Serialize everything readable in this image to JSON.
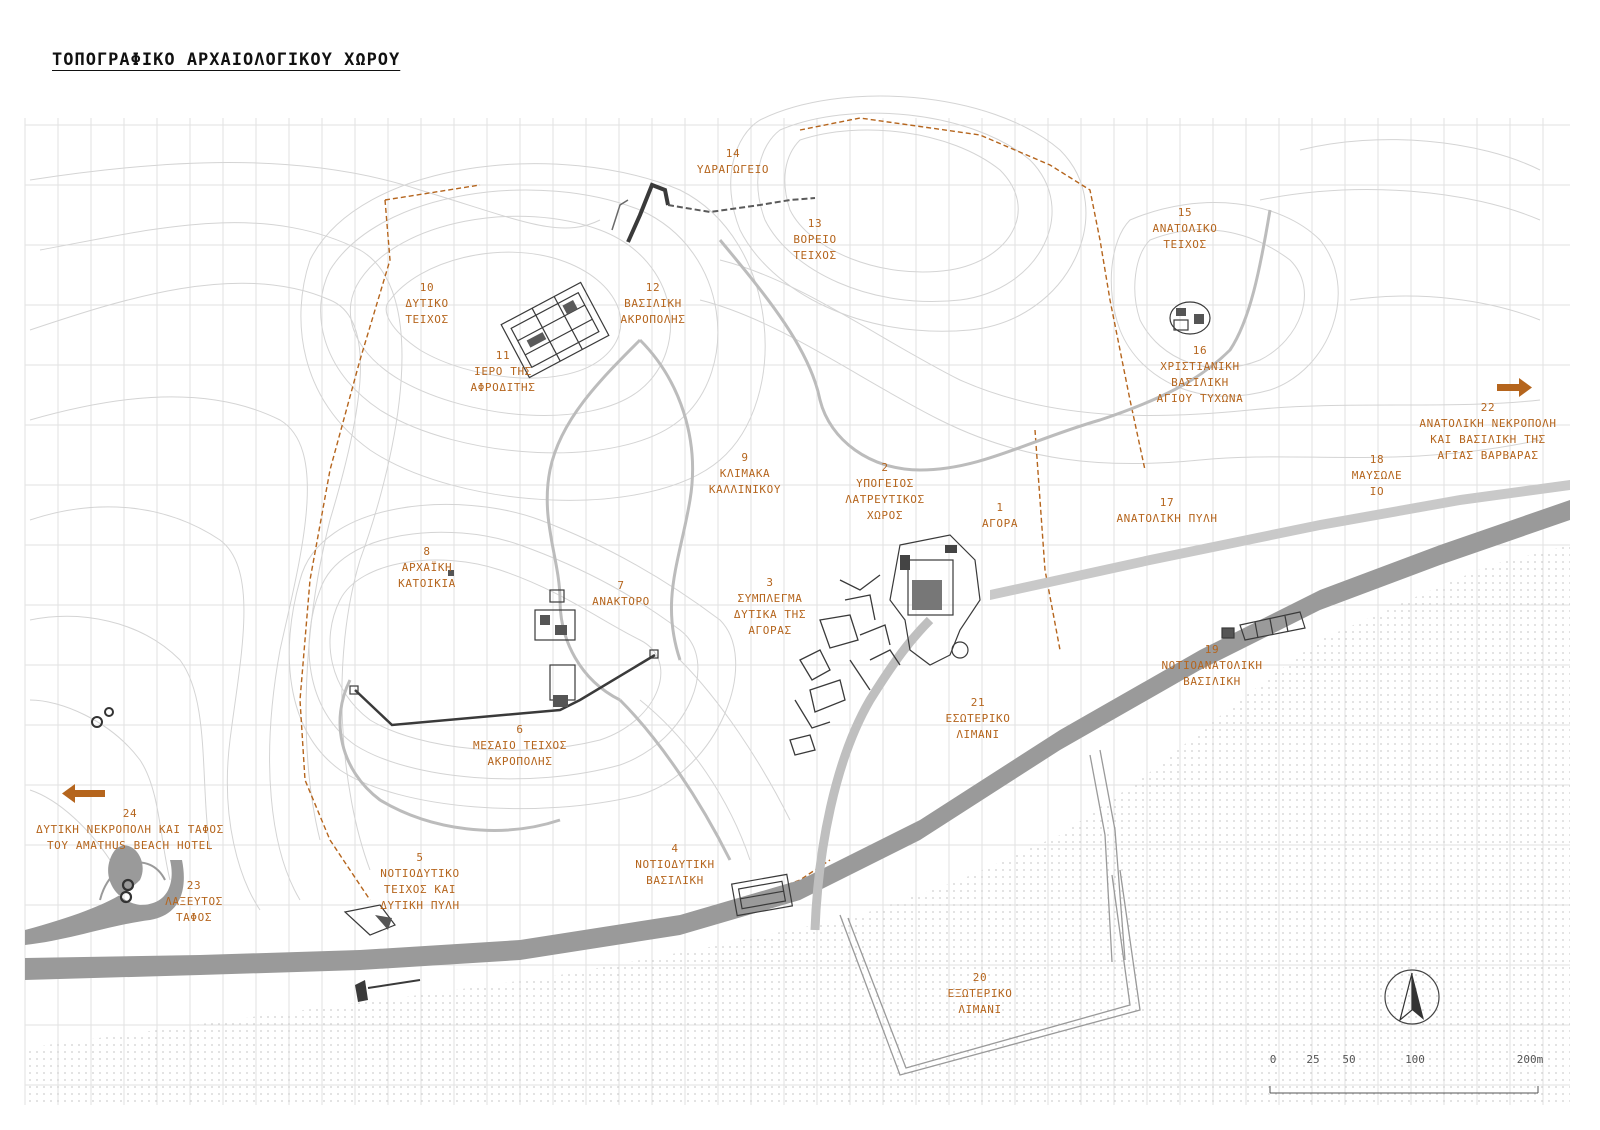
{
  "title": "ΤΟΠΟΓΡΑΦΙΚΟ ΑΡΧΑΙΟΛΟΓΙΚΟΥ ΧΩΡΟΥ",
  "labels": [
    {
      "id": "1",
      "lines": [
        "1",
        "ΑΓΟΡΑ"
      ]
    },
    {
      "id": "2",
      "lines": [
        "2",
        "ΥΠΟΓΕΙΟΣ",
        "ΛΑΤΡΕΥΤΙΚΟΣ",
        "ΧΩΡΟΣ"
      ]
    },
    {
      "id": "3",
      "lines": [
        "3",
        "ΣΥΜΠΛΕΓΜΑ",
        "ΔΥΤΙΚΑ ΤΗΣ",
        "ΑΓΟΡΑΣ"
      ]
    },
    {
      "id": "4",
      "lines": [
        "4",
        "ΝΟΤΙΟΔΥΤΙΚΗ",
        "ΒΑΣΙΛΙΚΗ"
      ]
    },
    {
      "id": "5",
      "lines": [
        "5",
        "ΝΟΤΙΟΔΥΤΙΚΟ",
        "ΤΕΙΧΟΣ ΚΑΙ",
        "ΔΥΤΙΚΗ ΠΥΛΗ"
      ]
    },
    {
      "id": "6",
      "lines": [
        "6",
        "ΜΕΣΑΙΟ ΤΕΙΧΟΣ",
        "ΑΚΡΟΠΟΛΗΣ"
      ]
    },
    {
      "id": "7",
      "lines": [
        "7",
        "ΑΝΑΚΤΟΡΟ"
      ]
    },
    {
      "id": "8",
      "lines": [
        "8",
        "ΑΡΧΑΪΚΗ",
        "ΚΑΤΟΙΚΙΑ"
      ]
    },
    {
      "id": "9",
      "lines": [
        "9",
        "ΚΛΙΜΑΚΑ",
        "ΚΑΛΛΙΝΙΚΟΥ"
      ]
    },
    {
      "id": "10",
      "lines": [
        "10",
        "ΔΥΤΙΚΟ",
        "ΤΕΙΧΟΣ"
      ]
    },
    {
      "id": "11",
      "lines": [
        "11",
        "ΙΕΡΟ ΤΗΣ",
        "ΑΦΡΟΔΙΤΗΣ"
      ]
    },
    {
      "id": "12",
      "lines": [
        "12",
        "ΒΑΣΙΛΙΚΗ",
        "ΑΚΡΟΠΟΛΗΣ"
      ]
    },
    {
      "id": "13",
      "lines": [
        "13",
        "ΒΟΡΕΙΟ",
        "ΤΕΙΧΟΣ"
      ]
    },
    {
      "id": "14",
      "lines": [
        "14",
        "ΥΔΡΑΓΩΓΕΙΟ"
      ]
    },
    {
      "id": "15",
      "lines": [
        "15",
        "ΑΝΑΤΟΛΙΚΟ",
        "ΤΕΙΧΟΣ"
      ]
    },
    {
      "id": "16",
      "lines": [
        "16",
        "ΧΡΙΣΤΙΑΝΙΚΗ",
        "ΒΑΣΙΛΙΚΗ",
        "ΑΓΙΟΥ ΤΥΧΩΝΑ"
      ]
    },
    {
      "id": "17",
      "lines": [
        "17",
        "ΑΝΑΤΟΛΙΚΗ ΠΥΛΗ"
      ]
    },
    {
      "id": "18",
      "lines": [
        "18",
        "ΜΑΥΣΩΛΕ",
        "ΙΟ"
      ]
    },
    {
      "id": "19",
      "lines": [
        "19",
        "ΝΟΤΙΟΑΝΑΤΟΛΙΚΗ",
        "ΒΑΣΙΛΙΚΗ"
      ]
    },
    {
      "id": "20",
      "lines": [
        "20",
        "ΕΞΩΤΕΡΙΚΟ",
        "ΛΙΜΑΝΙ"
      ]
    },
    {
      "id": "21",
      "lines": [
        "21",
        "ΕΣΩΤΕΡΙΚΟ",
        "ΛΙΜΑΝΙ"
      ]
    },
    {
      "id": "22",
      "lines": [
        "22",
        "ΑΝΑΤΟΛΙΚΗ ΝΕΚΡΟΠΟΛΗ",
        "ΚΑΙ ΒΑΣΙΛΙΚΗ ΤΗΣ",
        "ΑΓΙΑΣ ΒΑΡΒΑΡΑΣ"
      ]
    },
    {
      "id": "23",
      "lines": [
        "23",
        "ΛΑΞΕΥΤΟΣ",
        "ΤΑΦΟΣ"
      ]
    },
    {
      "id": "24",
      "lines": [
        "24",
        "ΔΥΤΙΚΗ ΝΕΚΡΟΠΟΛΗ ΚΑΙ ΤΑΦΟΣ",
        "ΤΟΥ AMATHUS BEACH HOTEL"
      ]
    }
  ],
  "scale_bar": {
    "ticks": [
      "0",
      "25",
      "50",
      "100",
      "200m"
    ]
  },
  "colors": {
    "label": "#b5651d",
    "road": "#9a9a9a",
    "ruin": "#3a3a3a",
    "contour": "#d4d4d4",
    "grid": "#e2e2e2",
    "sea_dot": "#d0d0d0"
  },
  "icons": {
    "north": "north-arrow-icon",
    "east_arrow": "arrow-right-icon",
    "west_arrow": "arrow-left-icon"
  }
}
